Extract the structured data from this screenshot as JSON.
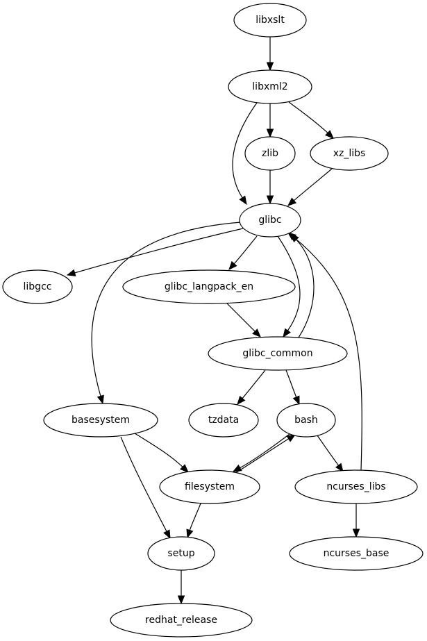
{
  "graph": {
    "type": "directed-dependency-graph",
    "colors": {
      "background": "#ffffff",
      "stroke": "#000000",
      "text": "#000000"
    },
    "nodes": [
      {
        "id": "libxslt",
        "label": "libxslt"
      },
      {
        "id": "libxml2",
        "label": "libxml2"
      },
      {
        "id": "zlib",
        "label": "zlib"
      },
      {
        "id": "xz_libs",
        "label": "xz_libs"
      },
      {
        "id": "glibc",
        "label": "glibc"
      },
      {
        "id": "libgcc",
        "label": "libgcc"
      },
      {
        "id": "glibc_langpack_en",
        "label": "glibc_langpack_en"
      },
      {
        "id": "glibc_common",
        "label": "glibc_common"
      },
      {
        "id": "basesystem",
        "label": "basesystem"
      },
      {
        "id": "tzdata",
        "label": "tzdata"
      },
      {
        "id": "bash",
        "label": "bash"
      },
      {
        "id": "filesystem",
        "label": "filesystem"
      },
      {
        "id": "ncurses_libs",
        "label": "ncurses_libs"
      },
      {
        "id": "setup",
        "label": "setup"
      },
      {
        "id": "ncurses_base",
        "label": "ncurses_base"
      },
      {
        "id": "redhat_release",
        "label": "redhat_release"
      }
    ],
    "edges": [
      {
        "from": "libxslt",
        "to": "libxml2"
      },
      {
        "from": "libxml2",
        "to": "zlib"
      },
      {
        "from": "libxml2",
        "to": "xz_libs"
      },
      {
        "from": "libxml2",
        "to": "glibc"
      },
      {
        "from": "zlib",
        "to": "glibc"
      },
      {
        "from": "xz_libs",
        "to": "glibc"
      },
      {
        "from": "glibc",
        "to": "libgcc"
      },
      {
        "from": "glibc",
        "to": "glibc_langpack_en"
      },
      {
        "from": "glibc",
        "to": "glibc_common"
      },
      {
        "from": "glibc",
        "to": "basesystem"
      },
      {
        "from": "glibc_langpack_en",
        "to": "glibc_common"
      },
      {
        "from": "glibc_common",
        "to": "glibc"
      },
      {
        "from": "glibc_common",
        "to": "tzdata"
      },
      {
        "from": "glibc_common",
        "to": "bash"
      },
      {
        "from": "bash",
        "to": "filesystem"
      },
      {
        "from": "bash",
        "to": "ncurses_libs"
      },
      {
        "from": "filesystem",
        "to": "bash"
      },
      {
        "from": "filesystem",
        "to": "setup"
      },
      {
        "from": "basesystem",
        "to": "filesystem"
      },
      {
        "from": "basesystem",
        "to": "setup"
      },
      {
        "from": "ncurses_libs",
        "to": "glibc"
      },
      {
        "from": "ncurses_libs",
        "to": "ncurses_base"
      },
      {
        "from": "setup",
        "to": "redhat_release"
      }
    ]
  }
}
